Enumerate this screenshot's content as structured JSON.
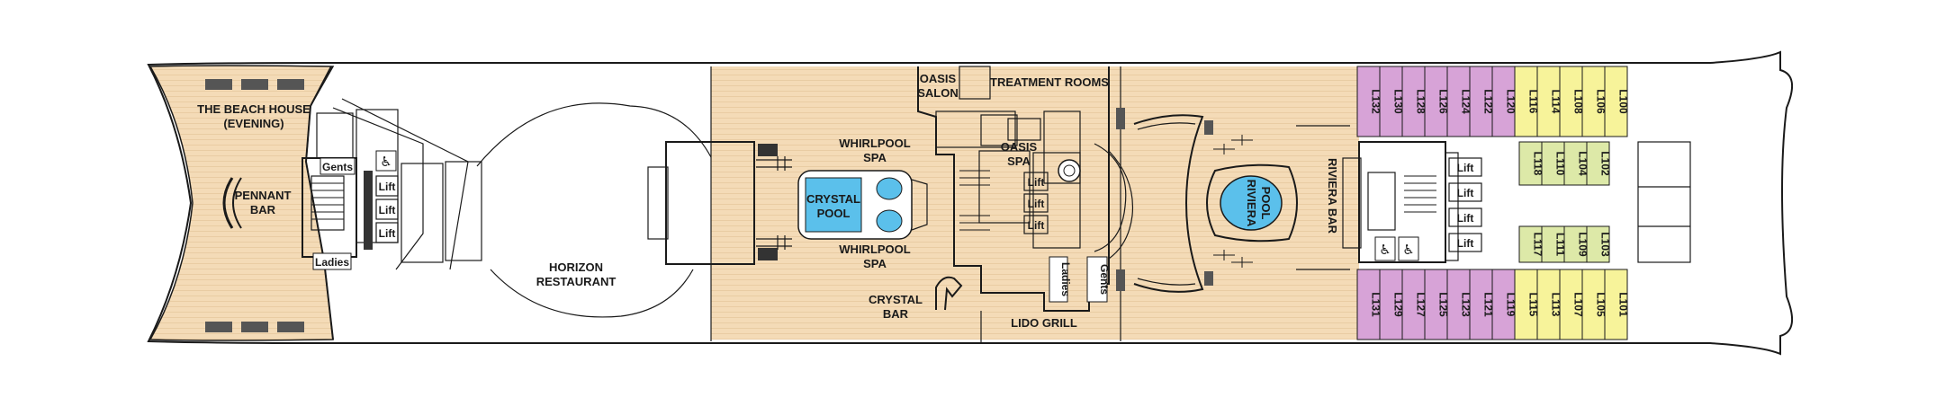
{
  "venues": {
    "beach_house": "THE BEACH HOUSE",
    "beach_house_note": "(EVENING)",
    "pennant_bar": [
      "PENNANT",
      "BAR"
    ],
    "horizon_restaurant": [
      "HORIZON",
      "RESTAURANT"
    ],
    "whirlpool_spa_top": [
      "WHIRLPOOL",
      "SPA"
    ],
    "whirlpool_spa_bottom": [
      "WHIRLPOOL",
      "SPA"
    ],
    "crystal_pool": [
      "CRYSTAL",
      "POOL"
    ],
    "crystal_bar": [
      "CRYSTAL",
      "BAR"
    ],
    "oasis_salon": [
      "OASIS",
      "SALON"
    ],
    "treatment_rooms": "TREATMENT ROOMS",
    "oasis_spa": [
      "OASIS",
      "SPA"
    ],
    "lido_grill": "LIDO GRILL",
    "riviera_pool": [
      "RIVIERA",
      "POOL"
    ],
    "riviera_bar": "RIVIERA BAR"
  },
  "facilities": {
    "gents": "Gents",
    "ladies": "Ladies",
    "lift": "Lift",
    "wheelchair_icon": "wheelchair-icon"
  },
  "cabins": {
    "top_purple": [
      "L132",
      "L130",
      "L128",
      "L126",
      "L124",
      "L122",
      "L120"
    ],
    "top_yellow": [
      "L116",
      "L114",
      "L108",
      "L106",
      "L100"
    ],
    "bottom_purple": [
      "L131",
      "L129",
      "L127",
      "L125",
      "L123",
      "L121",
      "L119"
    ],
    "bottom_yellow": [
      "L115",
      "L113",
      "L107",
      "L105",
      "L101"
    ],
    "inner_top_green": [
      "L118",
      "L110",
      "L104",
      "L102"
    ],
    "inner_bottom_green": [
      "L117",
      "L111",
      "L109",
      "L103"
    ]
  },
  "colors": {
    "deck_wood": "#f4dbb7",
    "pool_water": "#5bc0eb",
    "cabin_purple": "#d7a3d7",
    "cabin_yellow": "#f7f39a",
    "cabin_green": "#dde9a8",
    "hull_line": "#1a1a1a"
  }
}
